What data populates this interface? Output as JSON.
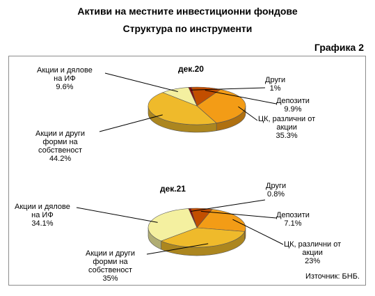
{
  "header": {
    "title": "Активи на местните инвестиционни фондове",
    "subtitle": "Структура по инструменти",
    "figure_label": "Графика 2"
  },
  "source": "Източник: БНБ.",
  "colors": {
    "other": "#8b0a0a",
    "deposits": "#c24e00",
    "securities": "#f39c16",
    "equity": "#efba2b",
    "funds": "#f4f0a0"
  },
  "chart_data": [
    {
      "type": "pie",
      "title": "дек.20",
      "slices": [
        {
          "key": "other",
          "label": "Други",
          "value": 1,
          "display": "1%"
        },
        {
          "key": "deposits",
          "label": "Депозити",
          "value": 9.9,
          "display": "9.9%"
        },
        {
          "key": "securities",
          "label": "ЦК, различни от акции",
          "value": 35.3,
          "display": "35.3%"
        },
        {
          "key": "equity",
          "label": "Акции и други форми на собственост",
          "value": 44.2,
          "display": "44.2%"
        },
        {
          "key": "funds",
          "label": "Акции и дялове на ИФ",
          "value": 9.6,
          "display": "9.6%"
        }
      ]
    },
    {
      "type": "pie",
      "title": "дек.21",
      "slices": [
        {
          "key": "other",
          "label": "Други",
          "value": 0.8,
          "display": "0.8%"
        },
        {
          "key": "deposits",
          "label": "Депозити",
          "value": 7.1,
          "display": "7.1%"
        },
        {
          "key": "securities",
          "label": "ЦК, различни от акции",
          "value": 23,
          "display": "23%"
        },
        {
          "key": "equity",
          "label": "Акции и други форми на собственост",
          "value": 35,
          "display": "35%"
        },
        {
          "key": "funds",
          "label": "Акции и дялове на ИФ",
          "value": 34.1,
          "display": "34.1%"
        }
      ]
    }
  ]
}
